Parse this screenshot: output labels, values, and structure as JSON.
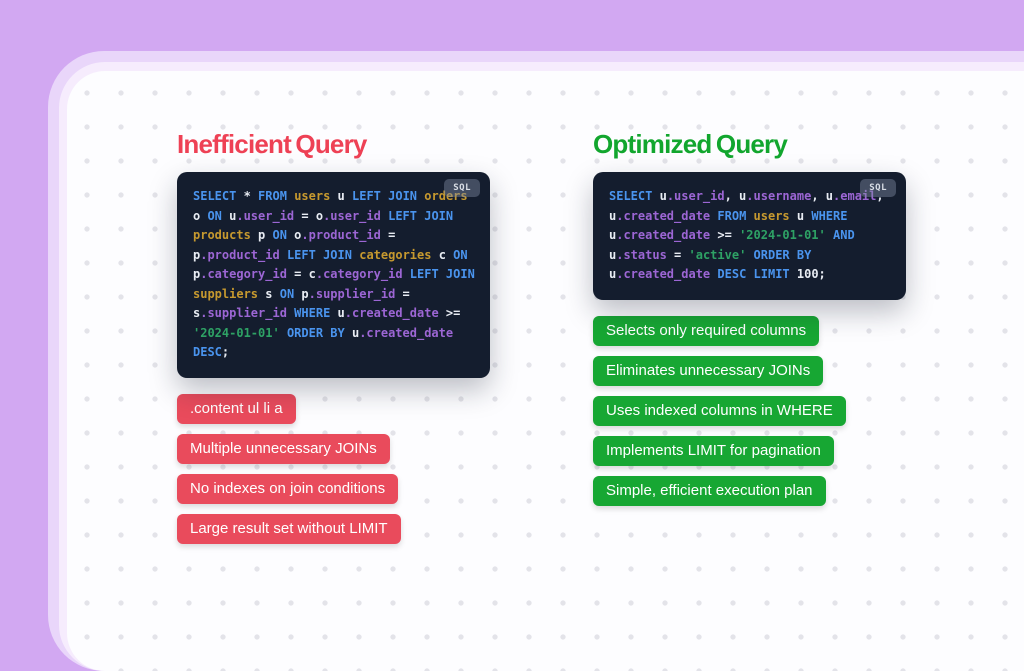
{
  "colors": {
    "background": "#d2a8f2",
    "card_outer_ring": "#e9d6fa",
    "card_inner_ring": "#f6ecfd",
    "card": "#fdfdff",
    "red_heading": "#ee4155",
    "green_heading": "#12a62e",
    "red_tag": "#e94b5c",
    "green_tag": "#17a733",
    "code_bg": "#141d2e",
    "kw": "#4a94ee",
    "tbl": "#c6992f",
    "id": "#9c66d4",
    "pl": "#e8ecf3",
    "str": "#2ea265"
  },
  "left": {
    "heading": "Inefficient Query",
    "code_badge": "SQL",
    "code_lines": [
      [
        {
          "t": "SELECT",
          "c": "kw"
        },
        {
          "t": " * ",
          "c": "pl"
        },
        {
          "t": "FROM",
          "c": "kw"
        },
        {
          "t": " ",
          "c": "pl"
        },
        {
          "t": "users",
          "c": "tbl"
        },
        {
          "t": " u ",
          "c": "pl"
        },
        {
          "t": "LEFT JOIN",
          "c": "kw"
        },
        {
          "t": " ",
          "c": "pl"
        },
        {
          "t": "orders",
          "c": "tbl"
        }
      ],
      [
        {
          "t": "o ",
          "c": "pl"
        },
        {
          "t": "ON",
          "c": "kw"
        },
        {
          "t": " u",
          "c": "pl"
        },
        {
          "t": ".user_id",
          "c": "id"
        },
        {
          "t": " = o",
          "c": "pl"
        },
        {
          "t": ".user_id",
          "c": "id"
        },
        {
          "t": " ",
          "c": "pl"
        },
        {
          "t": "LEFT JOIN",
          "c": "kw"
        }
      ],
      [
        {
          "t": "products",
          "c": "tbl"
        },
        {
          "t": " p ",
          "c": "pl"
        },
        {
          "t": "ON",
          "c": "kw"
        },
        {
          "t": " o",
          "c": "pl"
        },
        {
          "t": ".product_id",
          "c": "id"
        },
        {
          "t": " =",
          "c": "pl"
        }
      ],
      [
        {
          "t": "p",
          "c": "pl"
        },
        {
          "t": ".product_id",
          "c": "id"
        },
        {
          "t": " ",
          "c": "pl"
        },
        {
          "t": "LEFT JOIN",
          "c": "kw"
        },
        {
          "t": " ",
          "c": "pl"
        },
        {
          "t": "categories",
          "c": "tbl"
        },
        {
          "t": " c ",
          "c": "pl"
        },
        {
          "t": "ON",
          "c": "kw"
        }
      ],
      [
        {
          "t": "p",
          "c": "pl"
        },
        {
          "t": ".category_id",
          "c": "id"
        },
        {
          "t": " = c",
          "c": "pl"
        },
        {
          "t": ".category_id",
          "c": "id"
        },
        {
          "t": " ",
          "c": "pl"
        },
        {
          "t": "LEFT JOIN",
          "c": "kw"
        }
      ],
      [
        {
          "t": "suppliers",
          "c": "tbl"
        },
        {
          "t": " s ",
          "c": "pl"
        },
        {
          "t": "ON",
          "c": "kw"
        },
        {
          "t": " p",
          "c": "pl"
        },
        {
          "t": ".supplier_id",
          "c": "id"
        },
        {
          "t": " =",
          "c": "pl"
        }
      ],
      [
        {
          "t": "s",
          "c": "pl"
        },
        {
          "t": ".supplier_id",
          "c": "id"
        },
        {
          "t": " ",
          "c": "pl"
        },
        {
          "t": "WHERE",
          "c": "kw"
        },
        {
          "t": " u",
          "c": "pl"
        },
        {
          "t": ".created_date",
          "c": "id"
        },
        {
          "t": " >=",
          "c": "pl"
        }
      ],
      [
        {
          "t": "'2024-01-01'",
          "c": "str"
        },
        {
          "t": " ",
          "c": "pl"
        },
        {
          "t": "ORDER BY",
          "c": "kw"
        },
        {
          "t": " u",
          "c": "pl"
        },
        {
          "t": ".created_date",
          "c": "id"
        }
      ],
      [
        {
          "t": "DESC",
          "c": "kw"
        },
        {
          "t": ";",
          "c": "pl"
        }
      ]
    ],
    "tags": [
      ".content ul li a",
      "Multiple unnecessary JOINs",
      "No indexes on join conditions",
      "Large result set without LIMIT"
    ]
  },
  "right": {
    "heading": "Optimized Query",
    "code_badge": "SQL",
    "code_lines": [
      [
        {
          "t": "SELECT",
          "c": "kw"
        },
        {
          "t": " u",
          "c": "pl"
        },
        {
          "t": ".user_id",
          "c": "id"
        },
        {
          "t": ", u",
          "c": "pl"
        },
        {
          "t": ".username",
          "c": "id"
        },
        {
          "t": ", u",
          "c": "pl"
        },
        {
          "t": ".email",
          "c": "id"
        },
        {
          "t": ",",
          "c": "pl"
        }
      ],
      [
        {
          "t": "u",
          "c": "pl"
        },
        {
          "t": ".created_date",
          "c": "id"
        },
        {
          "t": " ",
          "c": "pl"
        },
        {
          "t": "FROM",
          "c": "kw"
        },
        {
          "t": " ",
          "c": "pl"
        },
        {
          "t": "users",
          "c": "tbl"
        },
        {
          "t": " u ",
          "c": "pl"
        },
        {
          "t": "WHERE",
          "c": "kw"
        }
      ],
      [
        {
          "t": "u",
          "c": "pl"
        },
        {
          "t": ".created_date",
          "c": "id"
        },
        {
          "t": " >= ",
          "c": "pl"
        },
        {
          "t": "'2024-01-01'",
          "c": "str"
        },
        {
          "t": " ",
          "c": "pl"
        },
        {
          "t": "AND",
          "c": "kw"
        }
      ],
      [
        {
          "t": "u",
          "c": "pl"
        },
        {
          "t": ".status",
          "c": "id"
        },
        {
          "t": " = ",
          "c": "pl"
        },
        {
          "t": "'active'",
          "c": "str"
        },
        {
          "t": " ",
          "c": "pl"
        },
        {
          "t": "ORDER BY",
          "c": "kw"
        }
      ],
      [
        {
          "t": "u",
          "c": "pl"
        },
        {
          "t": ".created_date",
          "c": "id"
        },
        {
          "t": " ",
          "c": "pl"
        },
        {
          "t": "DESC LIMIT",
          "c": "kw"
        },
        {
          "t": " 100;",
          "c": "pl"
        }
      ]
    ],
    "tags": [
      "Selects only required columns",
      "Eliminates unnecessary JOINs",
      "Uses indexed columns in WHERE",
      "Implements LIMIT for pagination",
      "Simple, efficient execution plan"
    ]
  }
}
